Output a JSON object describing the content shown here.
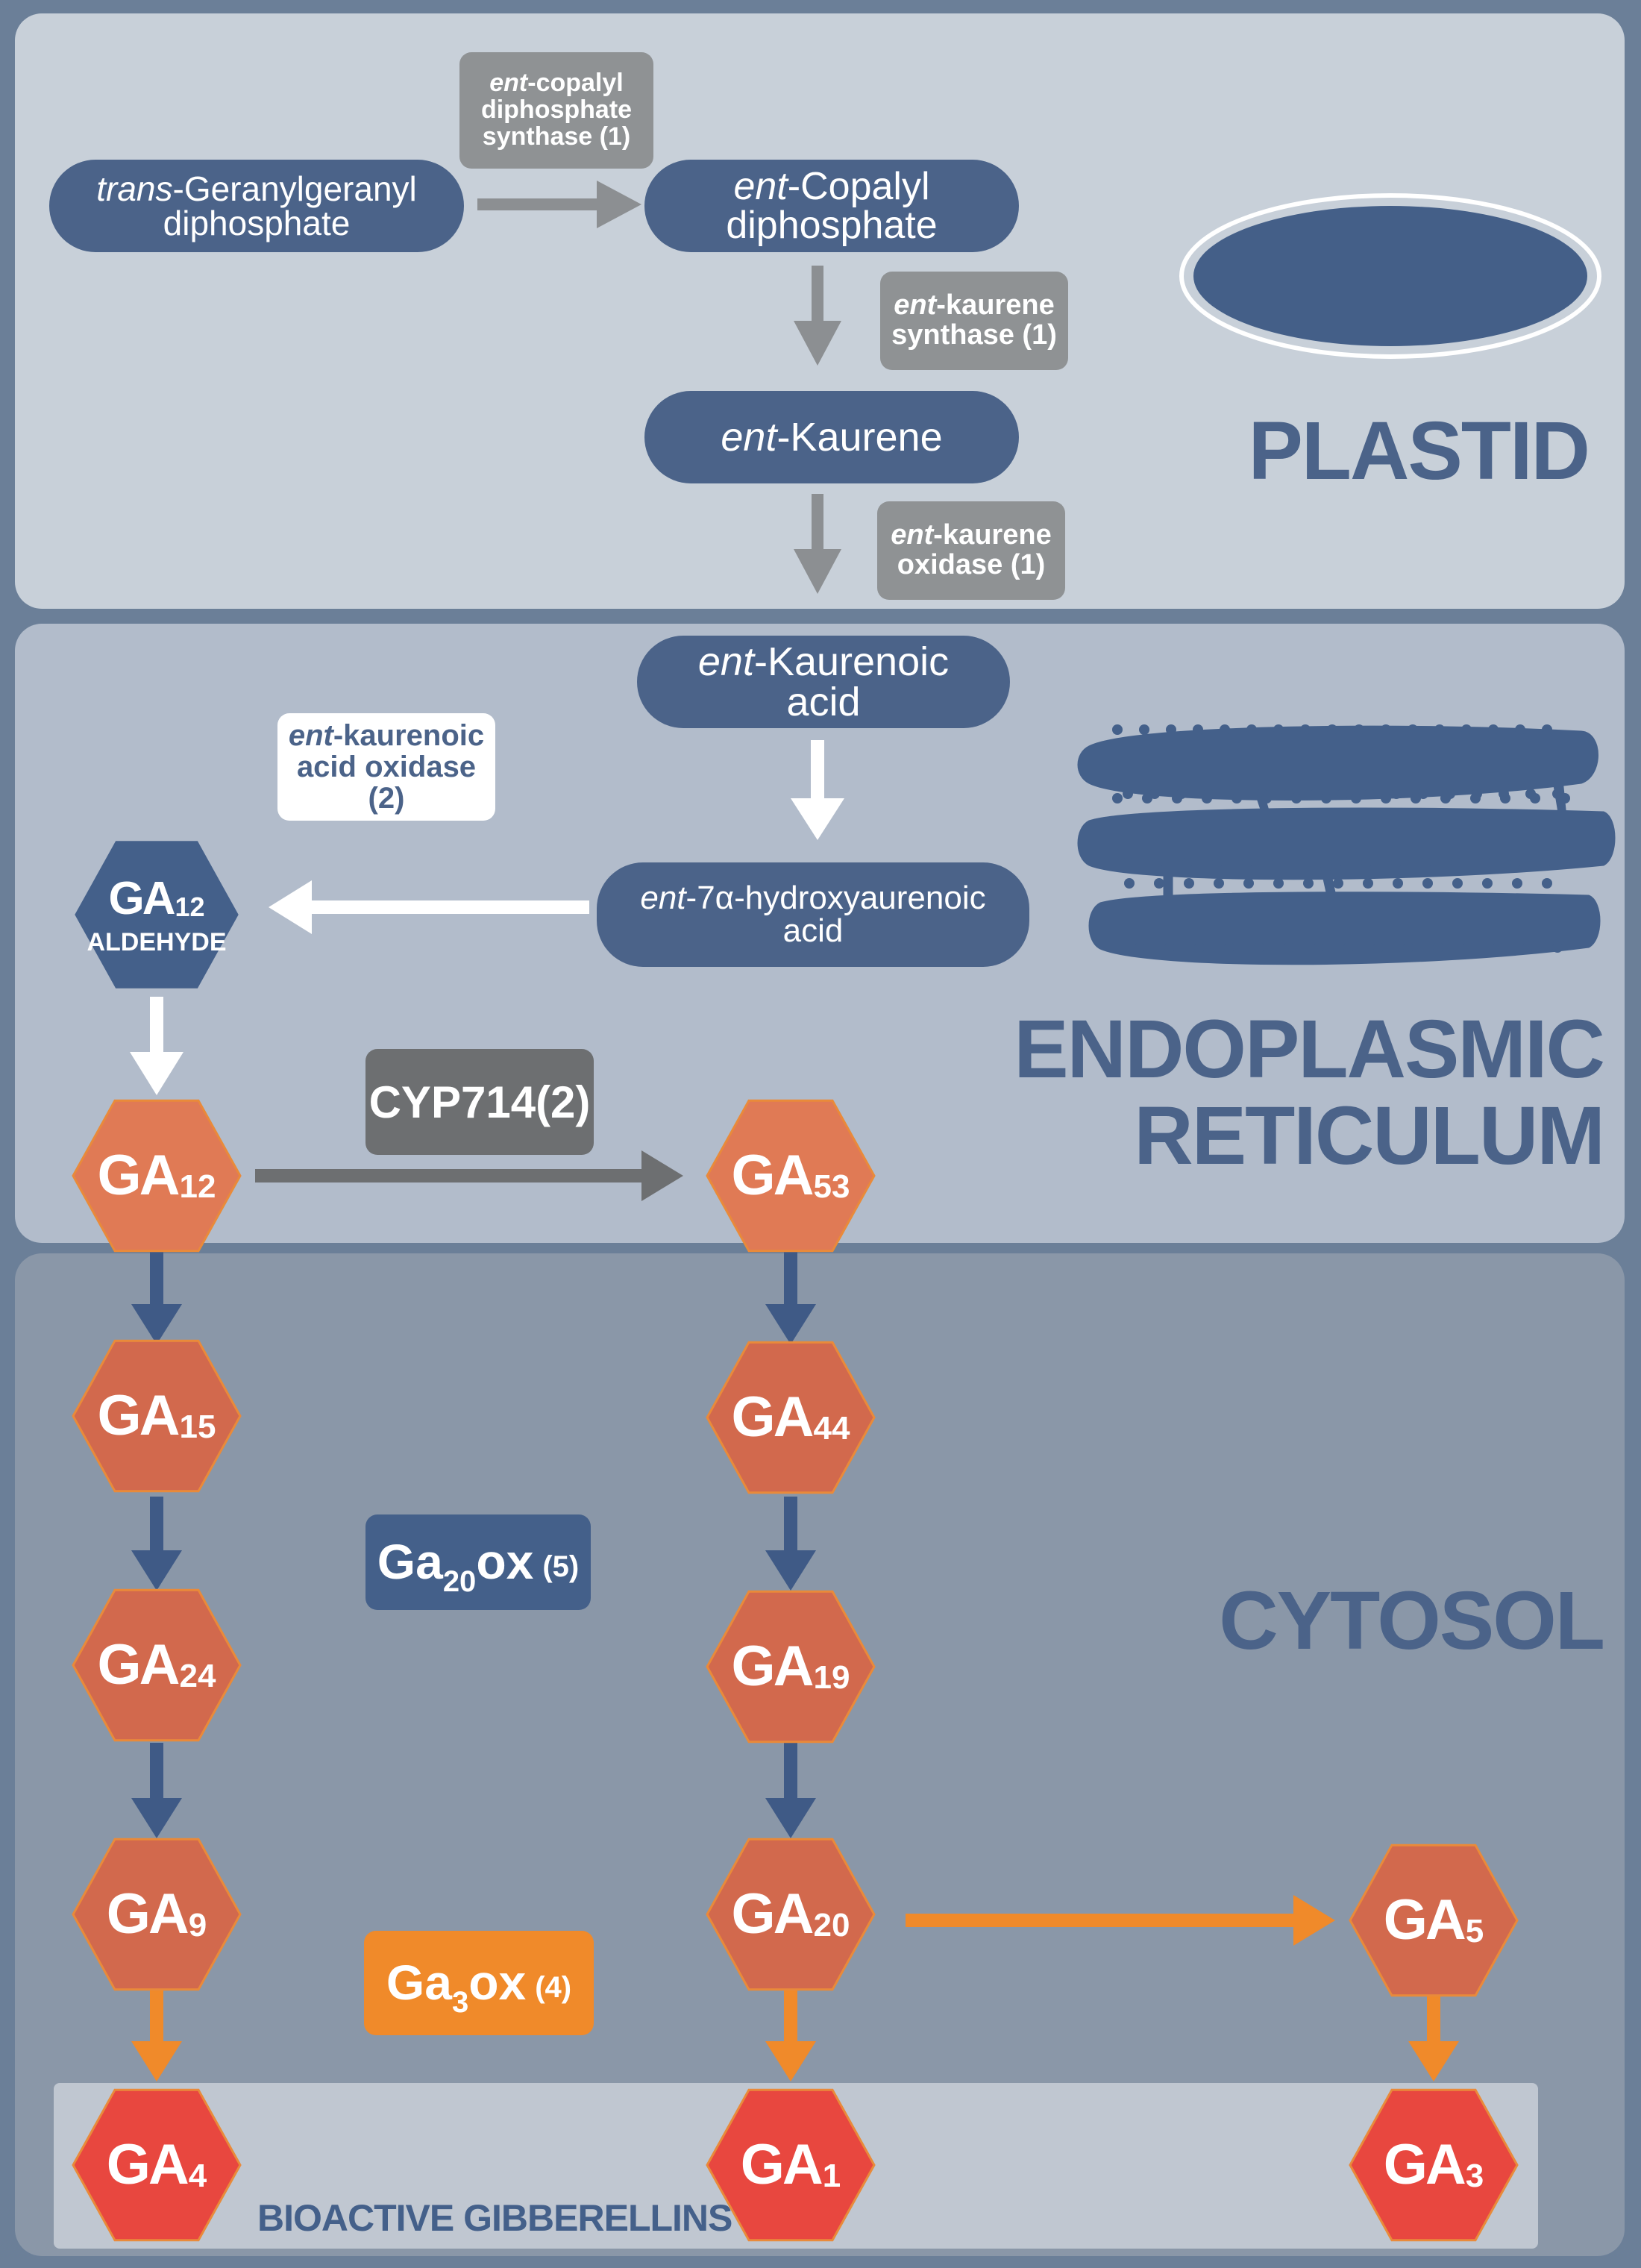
{
  "regions": {
    "plastid": "PLASTID",
    "er_line1": "ENDOPLASMIC",
    "er_line2": "RETICULUM",
    "cytosol": "CYTOSOL",
    "bioactive": "BIOACTIVE GIBBERELLINS"
  },
  "compounds": {
    "ggpp": {
      "italic": "trans",
      "rest": "-Geranylgeranyl",
      "line2": "diphosphate"
    },
    "cpp": {
      "italic": "ent",
      "rest": "-Copalyl",
      "line2": "diphosphate"
    },
    "kaurene": {
      "italic": "ent",
      "rest": "-Kaurene"
    },
    "kaurenoic": {
      "italic": "ent",
      "rest": "-Kaurenoic",
      "line2": "acid"
    },
    "hydroxy": {
      "italic": "ent",
      "rest": "-7α-hydroxyaurenoic",
      "line2": "acid"
    }
  },
  "enzymes": {
    "cps": {
      "italic": "ent",
      "rest": "-copalyl",
      "line2": "diphosphate",
      "line3": "synthase (1)"
    },
    "ks": {
      "italic": "ent",
      "rest": "-kaurene",
      "line2": "synthase (1)"
    },
    "ko": {
      "italic": "ent",
      "rest": "-kaurene",
      "line2": "oxidase (1)"
    },
    "kao": {
      "italic": "ent",
      "rest": "-kaurenoic",
      "line2": "acid oxidase (2)"
    },
    "cyp": "CYP714(2)",
    "ga20ox": {
      "main": "Ga",
      "sub": "20",
      "rest": "ox",
      "num": "(5)"
    },
    "ga3ox": {
      "main": "Ga",
      "sub": "3",
      "rest": "ox",
      "num": "(4)"
    }
  },
  "hexagons": [
    {
      "name": "ga12-aldehyde",
      "main": "GA",
      "sub": "12",
      "extra": "ALDEHYDE",
      "color": "#44608a"
    },
    {
      "name": "ga12",
      "main": "GA",
      "sub": "12",
      "color": "#e07a55"
    },
    {
      "name": "ga53",
      "main": "GA",
      "sub": "53",
      "color": "#e07a55"
    },
    {
      "name": "ga15",
      "main": "GA",
      "sub": "15",
      "color": "#d2694d"
    },
    {
      "name": "ga44",
      "main": "GA",
      "sub": "44",
      "color": "#d2694d"
    },
    {
      "name": "ga24",
      "main": "GA",
      "sub": "24",
      "color": "#d2694d"
    },
    {
      "name": "ga19",
      "main": "GA",
      "sub": "19",
      "color": "#d2694d"
    },
    {
      "name": "ga9",
      "main": "GA",
      "sub": "9",
      "color": "#d2694d"
    },
    {
      "name": "ga20",
      "main": "GA",
      "sub": "20",
      "color": "#d2694d"
    },
    {
      "name": "ga5",
      "main": "GA",
      "sub": "5",
      "color": "#d2694d"
    },
    {
      "name": "ga4",
      "main": "GA",
      "sub": "4",
      "color": "#e8473f"
    },
    {
      "name": "ga1",
      "main": "GA",
      "sub": "1",
      "color": "#e8473f"
    },
    {
      "name": "ga3",
      "main": "GA",
      "sub": "3",
      "color": "#e8473f"
    }
  ],
  "colors": {
    "grey_arrow": "#8c8f92",
    "white_arrow": "#ffffff",
    "navy_arrow": "#3f5a86",
    "orange_arrow": "#f08a2a",
    "dark_arrow": "#6d6f71"
  }
}
